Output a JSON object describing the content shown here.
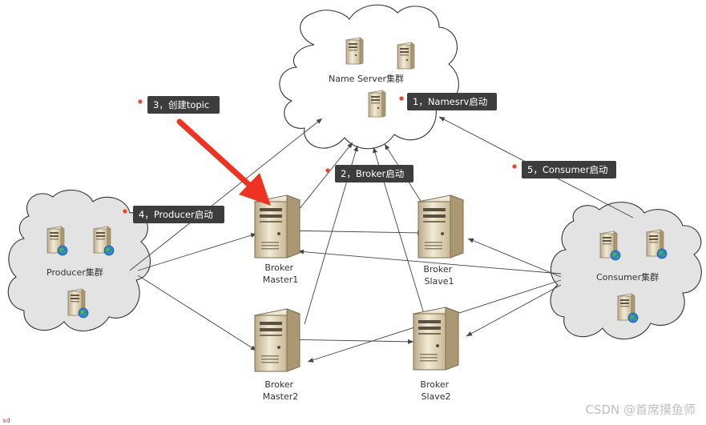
{
  "clusters": {
    "nameserver": "Name Server集群",
    "producer": "Producer集群",
    "consumer": "Consumer集群"
  },
  "brokers": {
    "master1": [
      "Broker",
      "Master1"
    ],
    "slave1": [
      "Broker",
      "Slave1"
    ],
    "master2": [
      "Broker",
      "Master2"
    ],
    "slave2": [
      "Broker",
      "Slave2"
    ]
  },
  "steps": {
    "s1": "1，Namesrv启动",
    "s2": "2，Broker启动",
    "s3": "3，创建topic",
    "s4": "4，Producer启动",
    "s5": "5，Consumer启动"
  },
  "watermark": "CSDN @首席摸鱼师",
  "corner_mark": "sd",
  "colors": {
    "callout_bg": "#3d3d3d",
    "callout_dot": "#e8452c",
    "big_arrow": "#ee3322",
    "cloud_white_fill": "#ffffff",
    "cloud_grey_fill": "#e3e3e3",
    "line": "#444444"
  }
}
